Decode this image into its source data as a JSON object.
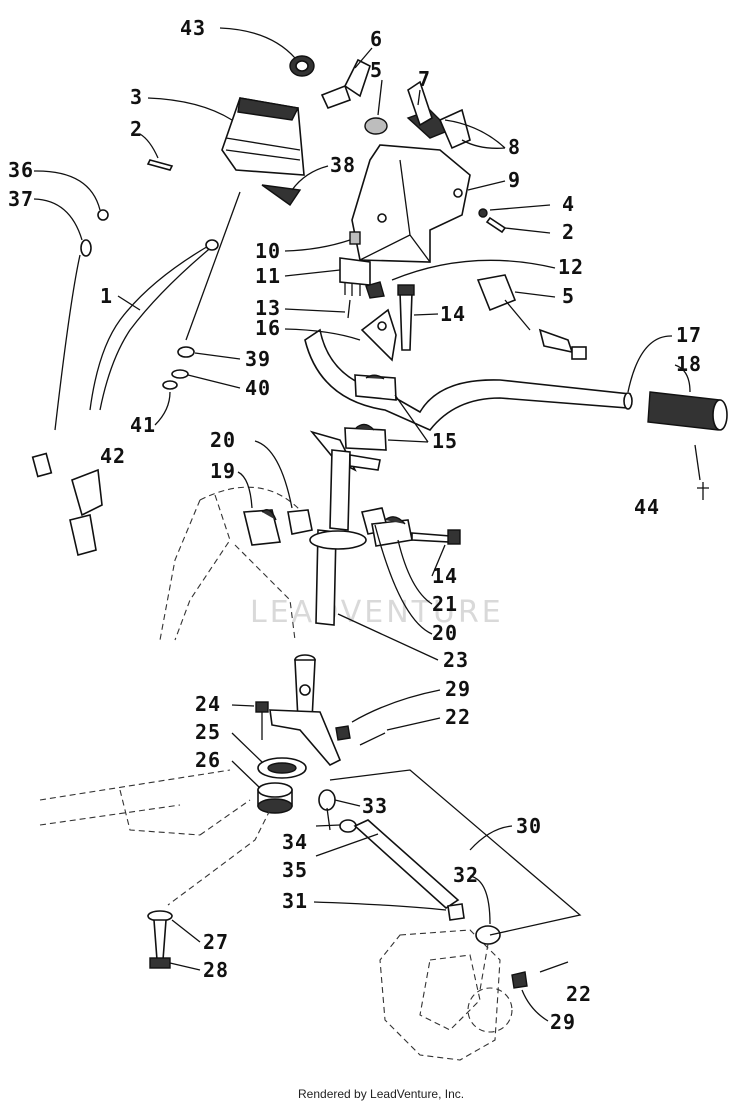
{
  "watermark": "LEADVENTURE",
  "footer": "Rendered by LeadVenture, Inc.",
  "callouts": [
    "43",
    "6",
    "5",
    "7",
    "3",
    "2",
    "8",
    "36",
    "38",
    "9",
    "37",
    "4",
    "2",
    "10",
    "12",
    "11",
    "5",
    "1",
    "13",
    "14",
    "16",
    "17",
    "39",
    "18",
    "40",
    "41",
    "15",
    "42",
    "20",
    "19",
    "44",
    "14",
    "21",
    "20",
    "23",
    "24",
    "29",
    "22",
    "25",
    "26",
    "33",
    "30",
    "34",
    "35",
    "32",
    "31",
    "27",
    "28",
    "22",
    "29"
  ]
}
